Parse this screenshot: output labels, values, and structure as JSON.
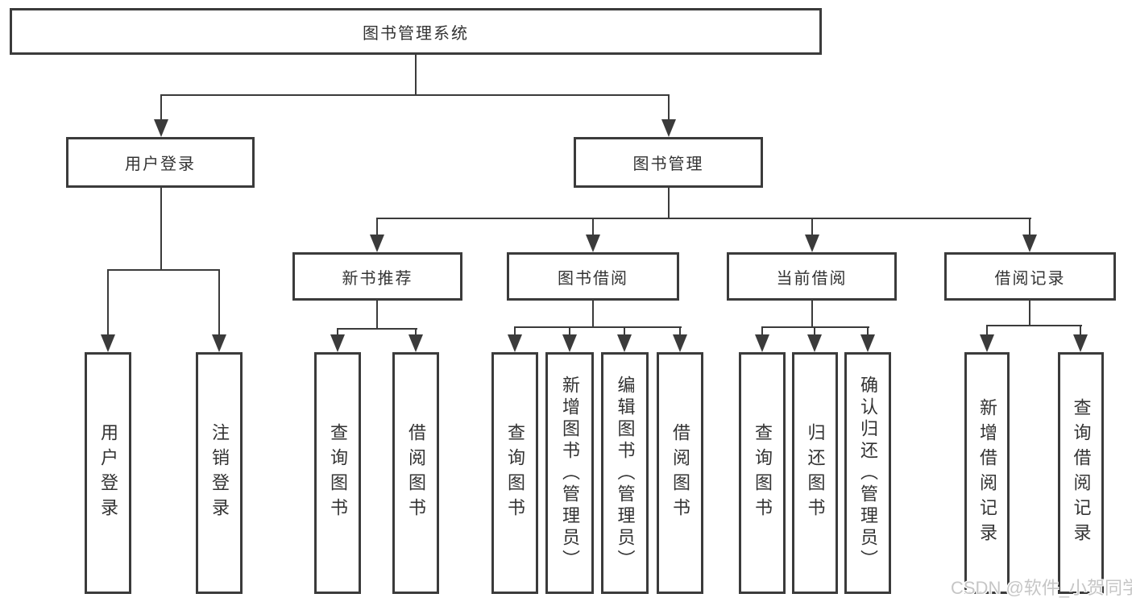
{
  "diagram_title": "图书管理系统",
  "tree": {
    "root": {
      "label": "图书管理系统"
    },
    "branches": [
      {
        "label": "用户登录",
        "children": [
          {
            "label": "用户登录"
          },
          {
            "label": "注销登录"
          }
        ]
      },
      {
        "label": "图书管理",
        "children": [
          {
            "label": "新书推荐",
            "children": [
              {
                "label": "查询图书"
              },
              {
                "label": "借阅图书"
              }
            ]
          },
          {
            "label": "图书借阅",
            "children": [
              {
                "label": "查询图书"
              },
              {
                "label": "新增图书（管理员）"
              },
              {
                "label": "编辑图书（管理员）"
              },
              {
                "label": "借阅图书"
              }
            ]
          },
          {
            "label": "当前借阅",
            "children": [
              {
                "label": "查询图书"
              },
              {
                "label": "归还图书"
              },
              {
                "label": "确认归还（管理员）"
              }
            ]
          },
          {
            "label": "借阅记录",
            "children": [
              {
                "label": "新增借阅记录"
              },
              {
                "label": "查询借阅记录"
              }
            ]
          }
        ]
      }
    ]
  },
  "watermark": {
    "text": "CSDN @软件_小贺同学"
  },
  "colors": {
    "line": "#3b3b3b",
    "text": "#333333",
    "background": "#ffffff",
    "watermark": "#c3c3c3"
  }
}
